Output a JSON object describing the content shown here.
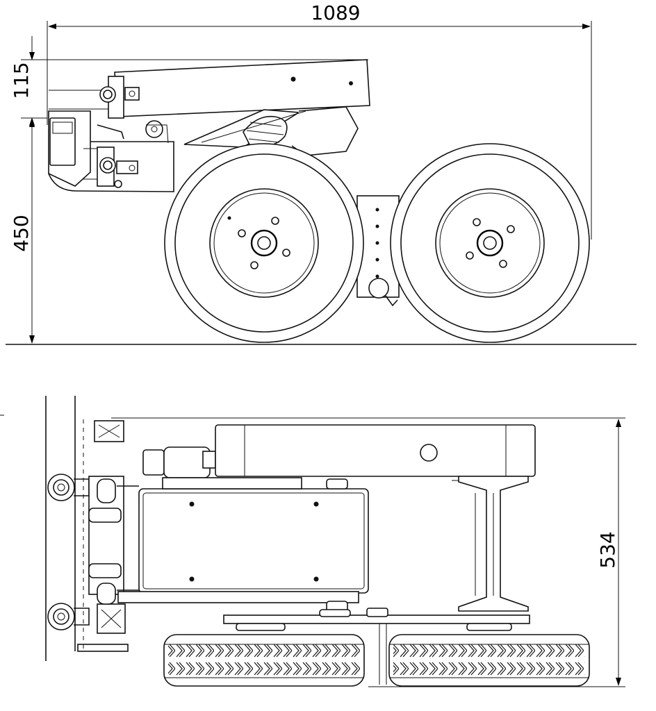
{
  "dimensions": {
    "overall_length": "1089",
    "top_offset": "115",
    "hitch_height": "450",
    "overall_width": "534"
  },
  "views": {
    "side_view": {
      "wheels": 2
    },
    "top_view": {
      "wheels": 2
    }
  }
}
